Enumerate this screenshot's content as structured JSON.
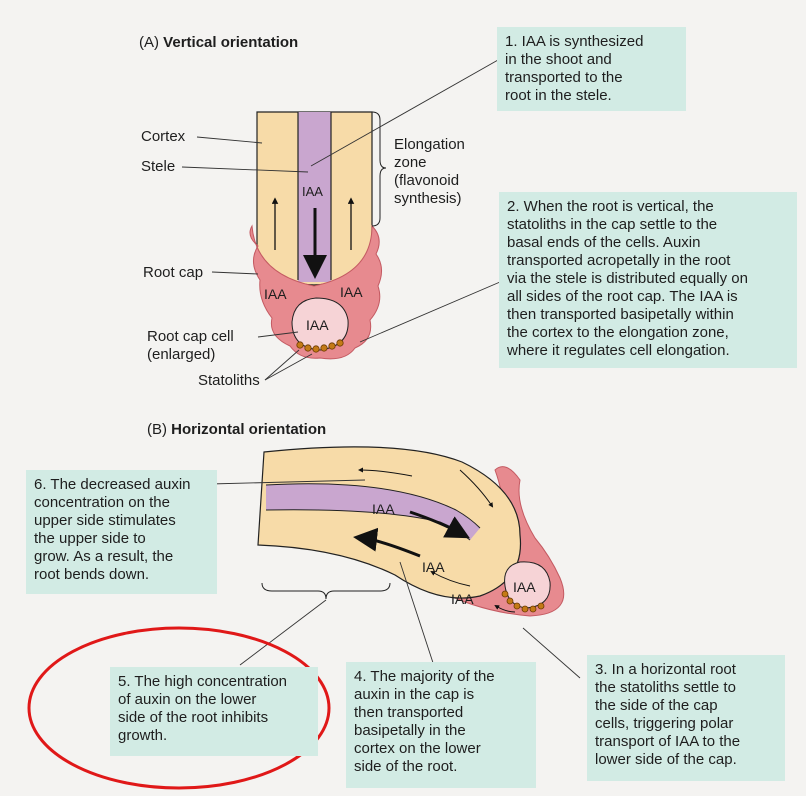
{
  "panel_a": {
    "prefix": "(A)",
    "title": "Vertical orientation",
    "labels": {
      "cortex": "Cortex",
      "stele": "Stele",
      "elongation": "Elongation\nzone\n(flavonoid\nsynthesis)",
      "root_cap": "Root cap",
      "root_cap_cell": "Root cap cell\n(enlarged)",
      "statoliths": "Statoliths"
    },
    "iaa": "IAA",
    "notes": {
      "n1": "1. IAA is synthesized\nin the shoot and\ntransported  to the\nroot in the stele.",
      "n2": "2. When the root is vertical, the\nstatoliths in the cap settle to the\nbasal ends of the cells. Auxin\ntransported acropetally in the root\nvia the stele is distributed equally on\nall sides of the root cap. The IAA is\nthen transported basipetally within\nthe cortex to the elongation zone,\nwhere it regulates cell elongation."
    }
  },
  "panel_b": {
    "prefix": "(B)",
    "title": "Horizontal orientation",
    "iaa": "IAA",
    "notes": {
      "n6": "6. The decreased auxin\nconcentration on the\nupper side stimulates\nthe upper side to\ngrow. As a result, the\nroot bends down.",
      "n5": "5. The high concentration\nof auxin on the lower\nside of the root inhibits\ngrowth.",
      "n4": "4. The majority of the\nauxin in the cap is\nthen transported\nbasipetally in the\ncortex on the lower\nside of the root.",
      "n3": "3. In a horizontal root\nthe statoliths settle to\nthe side of the cap\ncells, triggering polar\ntransport of IAA to the\nlower side of the cap."
    }
  },
  "colors": {
    "cortex": "#f7dba8",
    "stele": "#c9a6cf",
    "root_cap": "#e78a8f",
    "cap_cell": "#f6d3d6",
    "note_box": "#d2ebe4",
    "highlight": "#e01818"
  }
}
